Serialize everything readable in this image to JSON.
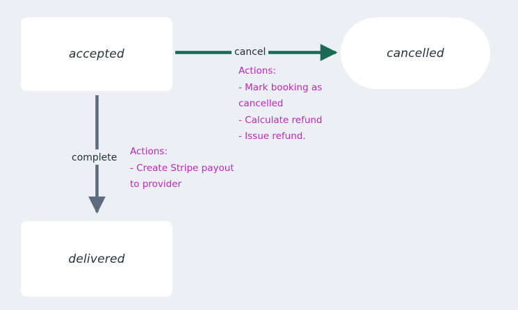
{
  "diagram": {
    "type": "state-machine",
    "background_color": "#eceff4",
    "nodes": [
      {
        "id": "accepted",
        "label": "accepted",
        "shape": "rounded-rect",
        "fill": "#ffffff",
        "text_color": "#25303b"
      },
      {
        "id": "cancelled",
        "label": "cancelled",
        "shape": "stadium",
        "fill": "#ffffff",
        "text_color": "#25303b"
      },
      {
        "id": "delivered",
        "label": "delivered",
        "shape": "rounded-rect",
        "fill": "#ffffff",
        "text_color": "#25303b"
      }
    ],
    "edges": [
      {
        "id": "accepted-to-cancelled",
        "from": "accepted",
        "to": "cancelled",
        "label": "cancel",
        "color": "#1b6a55",
        "direction": "right",
        "actions_title": "Actions:",
        "actions": [
          "- Mark booking as",
          "cancelled",
          "- Calculate refund",
          "- Issue refund."
        ],
        "actions_color": "#c026c0"
      },
      {
        "id": "accepted-to-delivered",
        "from": "accepted",
        "to": "delivered",
        "label": "complete",
        "color": "#5c6b7e",
        "direction": "down",
        "actions_title": "Actions:",
        "actions": [
          "- Create Stripe payout",
          "to provider"
        ],
        "actions_color": "#c026c0"
      }
    ]
  }
}
